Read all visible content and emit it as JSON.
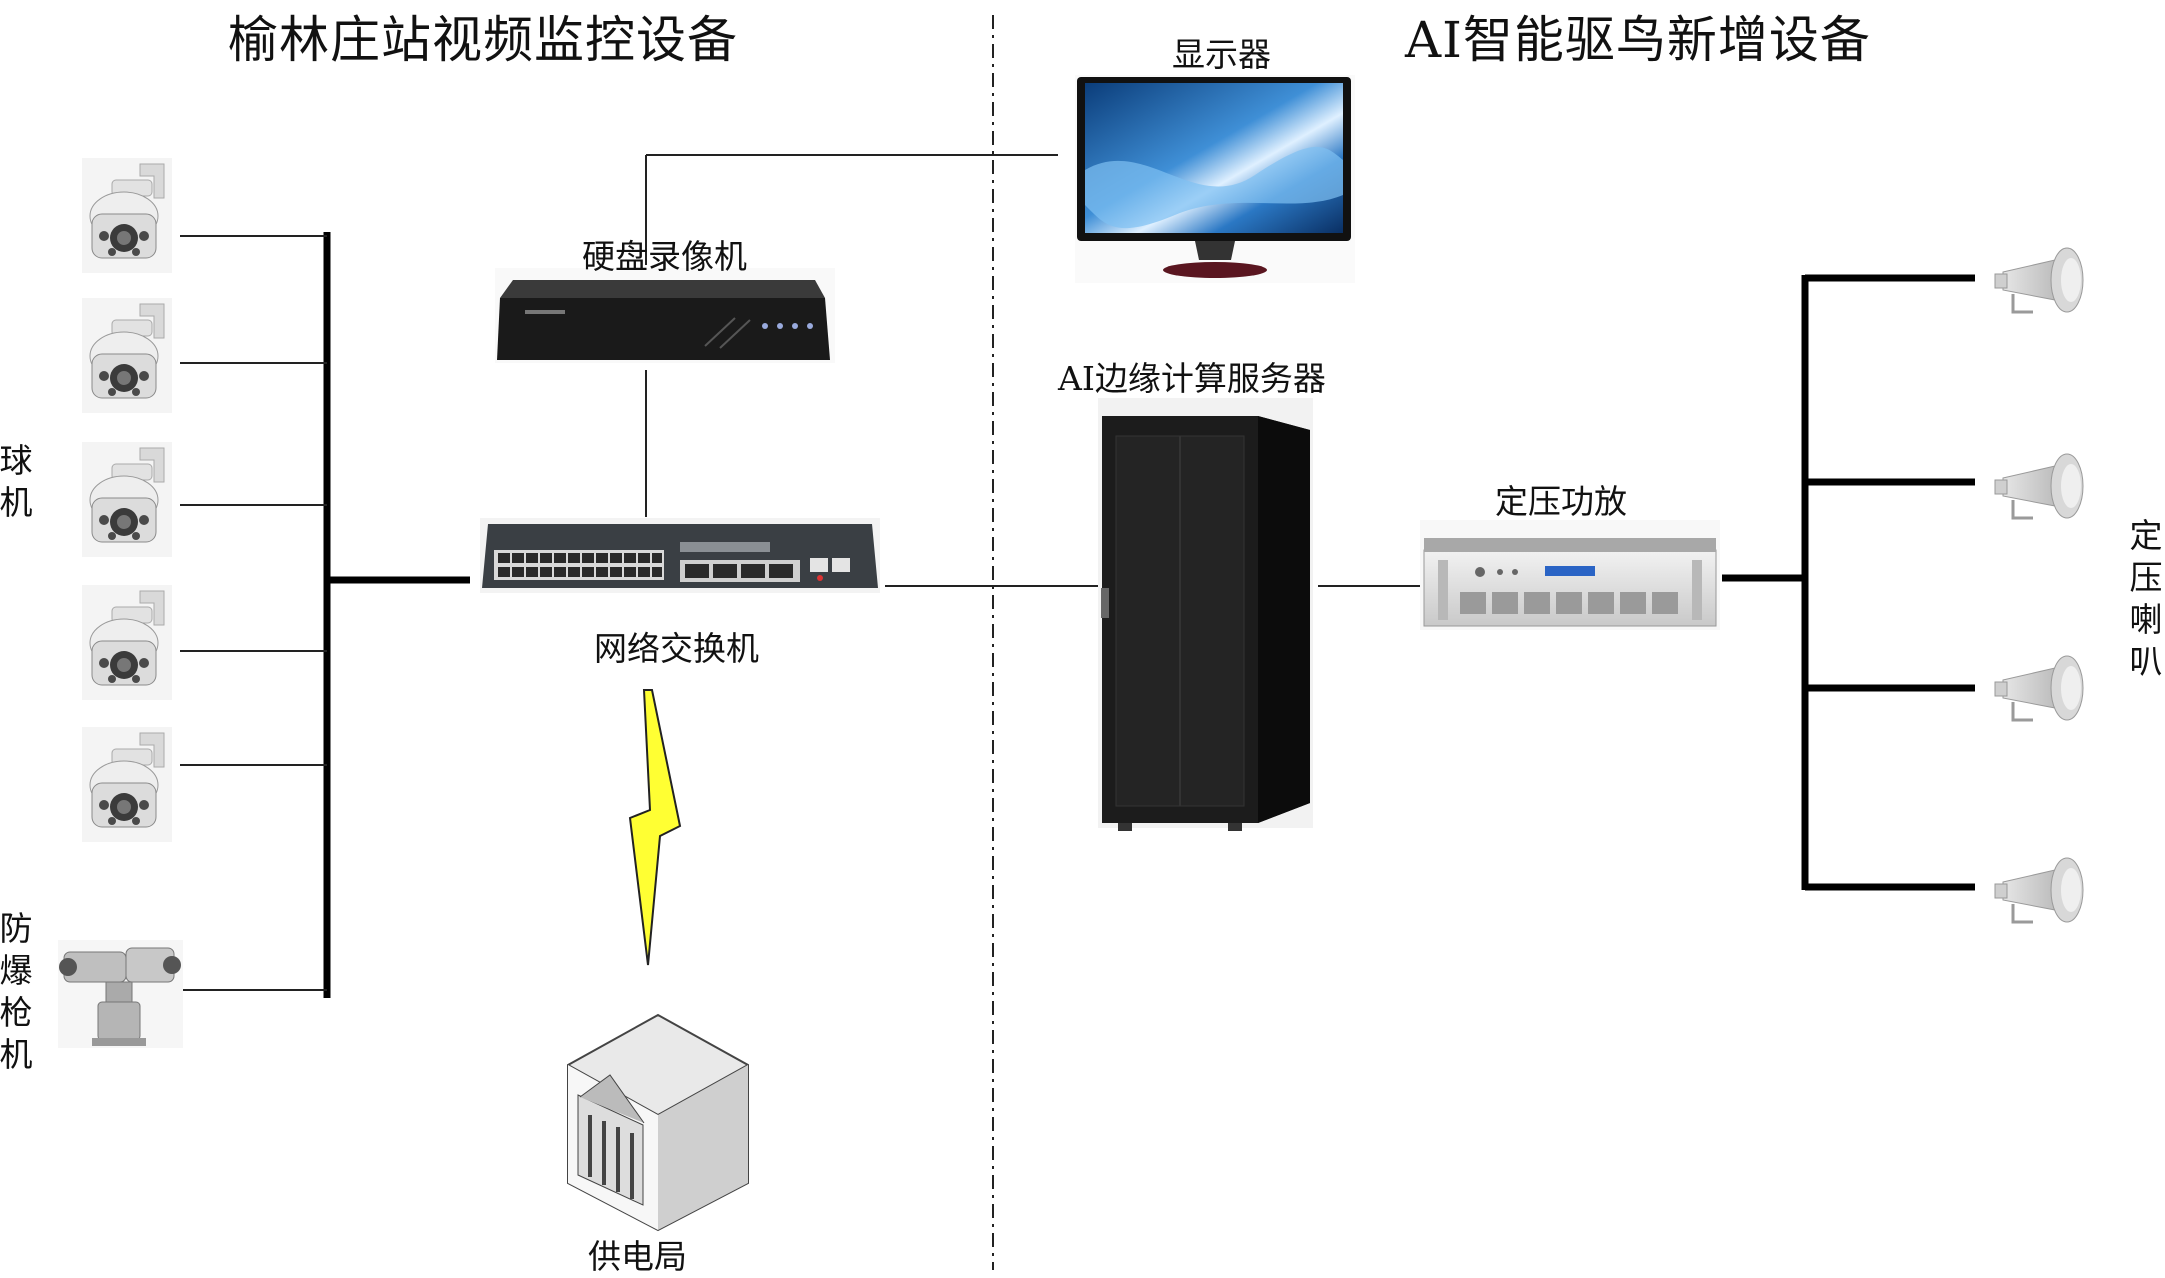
{
  "sections": {
    "left_title": "榆林庄站视频监控设备",
    "right_title": "AI智能驱鸟新增设备"
  },
  "devices": {
    "monitor": "显示器",
    "nvr": "硬盘录像机",
    "switch": "网络交换机",
    "ai_server": "AI边缘计算服务器",
    "amplifier": "定压功放",
    "power_bureau": "供电局"
  },
  "groups": {
    "dome_cameras": "球机",
    "explosion_proof_cameras": "防爆枪机",
    "speakers": "定压喇叭"
  }
}
